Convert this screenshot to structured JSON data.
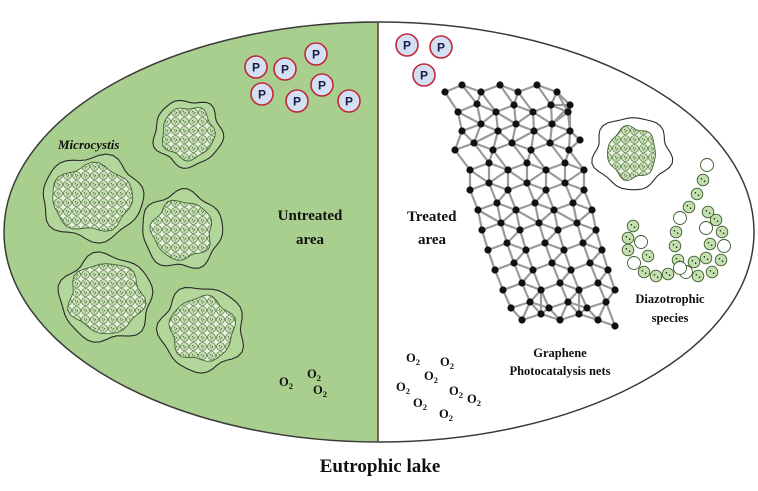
{
  "caption": "Eutrophic lake",
  "left": {
    "label_line1": "Untreated",
    "label_line2": "area",
    "organism_label": "Microcystis",
    "oxygen": [
      "O",
      "O",
      "O"
    ],
    "oxygen_sub": "2"
  },
  "right": {
    "label_line1": "Treated",
    "label_line2": "area",
    "net_label_line1": "Graphene",
    "net_label_line2": "Photocatalysis nets",
    "species_label_line1": "Diazotrophic",
    "species_label_line2": "species",
    "oxygen": [
      "O",
      "O",
      "O",
      "O",
      "O",
      "O",
      "O",
      "O"
    ],
    "oxygen_sub": "2"
  },
  "phosphate_symbol": "P",
  "colors": {
    "untreated_fill": "#a9cf8e",
    "phosphate_ring": "#c0283a",
    "phosphate_fill": "#d4e0f2",
    "node": "#111111",
    "bond": "#9a9a9a",
    "cell_fill": "#c4e0b0"
  }
}
